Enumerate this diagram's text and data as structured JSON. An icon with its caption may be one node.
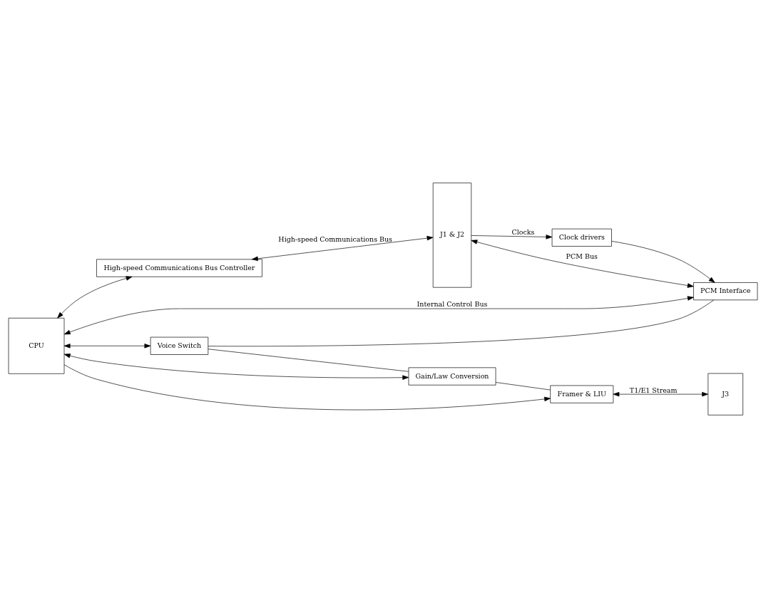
{
  "diagram": {
    "nodes": [
      {
        "text": [
          "CPU"
        ]
      },
      {
        "text": [
          "High-speed Communications Bus Controller"
        ]
      },
      {
        "text": [
          "J1 & J2"
        ]
      },
      {
        "text": [
          "Clock drivers"
        ]
      },
      {
        "text": [
          "PCM Interface"
        ]
      },
      {
        "text": [
          "Voice Switch"
        ]
      },
      {
        "text": [
          "Gain/Law Conversion"
        ]
      },
      {
        "text": [
          "Framer & LIU"
        ]
      },
      {
        "text": [
          "J3"
        ]
      }
    ],
    "edges": [
      {
        "from": 0,
        "to": 1,
        "arrow": "both"
      },
      {
        "from": 1,
        "to": 2,
        "arrow": "both",
        "label": "High-speed Communications Bus"
      },
      {
        "from": 2,
        "to": 3,
        "arrow": "to",
        "label": "Clocks"
      },
      {
        "from": 3,
        "to": 4,
        "arrow": "to"
      },
      {
        "from": 0,
        "to": 4,
        "arrow": "both",
        "label": "Internal Control Bus"
      },
      {
        "from": 0,
        "to": 5,
        "arrow": "both"
      },
      {
        "from": 0,
        "to": 6,
        "arrow": "both"
      },
      {
        "from": 0,
        "to": 7,
        "arrow": "to"
      },
      {
        "from": 5,
        "to": 4,
        "arrow": "none"
      },
      {
        "from": 5,
        "to": 6,
        "arrow": "none"
      },
      {
        "from": 6,
        "to": 7,
        "arrow": "none"
      },
      {
        "from": 4,
        "to": 2,
        "arrow": "both",
        "label": "PCM Bus"
      },
      {
        "from": 7,
        "to": 8,
        "arrow": "both",
        "label": "T1/E1 Stream"
      }
    ]
  }
}
